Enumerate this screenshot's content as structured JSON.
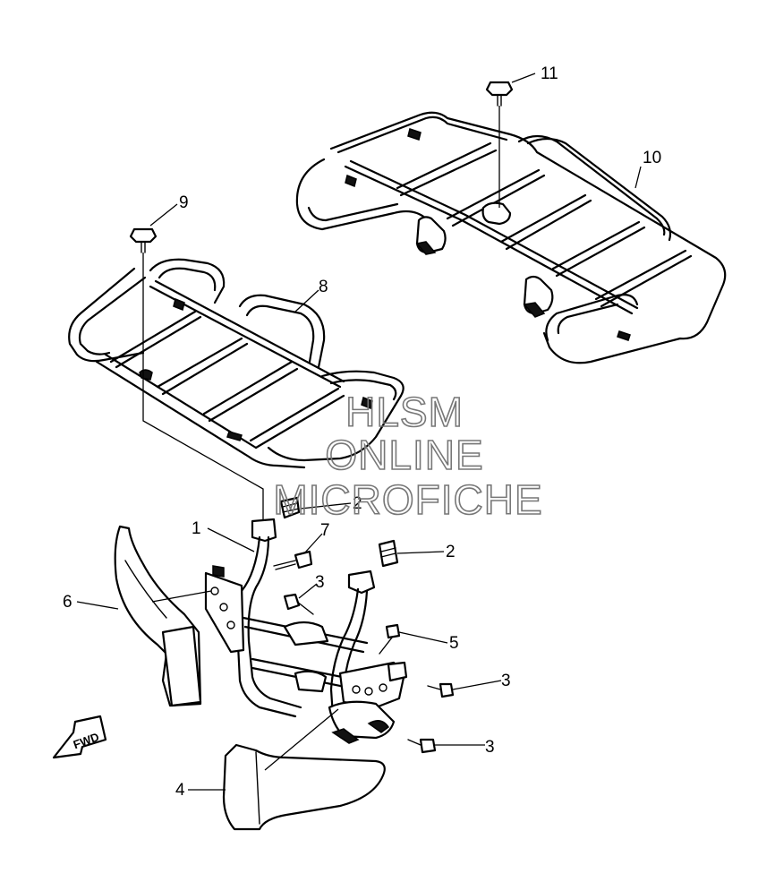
{
  "callouts": {
    "c1": "1",
    "c2a": "2",
    "c2b": "2",
    "c3a": "3",
    "c3b": "3",
    "c3c": "3",
    "c4": "4",
    "c5": "5",
    "c6": "6",
    "c7": "7",
    "c8": "8",
    "c9": "9",
    "c10": "10",
    "c11": "11"
  },
  "watermark": {
    "line1": "HLSM",
    "line2": "ONLINE",
    "line3": "MICROFICHE"
  },
  "direction_label": "FWD"
}
